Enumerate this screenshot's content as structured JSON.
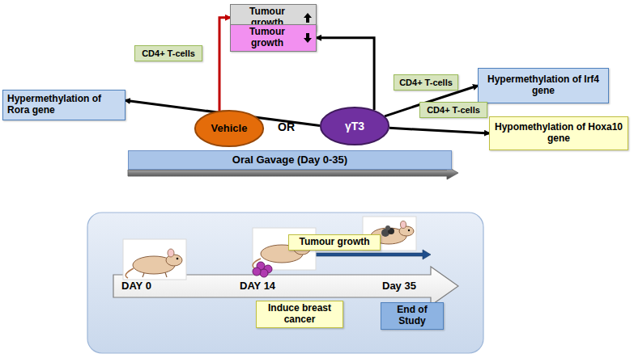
{
  "diagram": {
    "nodes": [
      {
        "text": [
          "Tumour growth"
        ]
      },
      {
        "text": [
          "Tumour growth"
        ]
      },
      {
        "text": [
          "Hypermethylation of Rora gene"
        ]
      },
      {
        "text": [
          "CD4+ T-cells"
        ]
      },
      {
        "text": [
          "Hypermethylation of Irf4 gene"
        ]
      },
      {
        "text": [
          "CD4+ T-cells"
        ]
      },
      {
        "text": [
          "CD4+ T-cells"
        ]
      },
      {
        "text": [
          "Hypomethylation of Hoxa10 gene"
        ]
      },
      {
        "text": [
          "Vehicle"
        ]
      },
      {
        "text": [
          "γT3"
        ]
      },
      {
        "text": [
          "Oral Gavage (Day 0-35)"
        ]
      },
      {
        "text": [
          "Tumour growth"
        ]
      },
      {
        "text": [
          "Induce breast cancer"
        ]
      },
      {
        "text": [
          "End of Study"
        ]
      }
    ],
    "edges": [
      {
        "from": 8,
        "to": 0,
        "arrow": "to"
      },
      {
        "from": 9,
        "to": 1,
        "arrow": "to"
      },
      {
        "from": 9,
        "to": 2,
        "arrow": "to"
      },
      {
        "from": 9,
        "to": 4,
        "arrow": "to"
      },
      {
        "from": 9,
        "to": 7,
        "arrow": "to"
      }
    ],
    "labels": [
      "OR",
      "DAY 0",
      "DAY 14",
      "Day 35"
    ]
  }
}
